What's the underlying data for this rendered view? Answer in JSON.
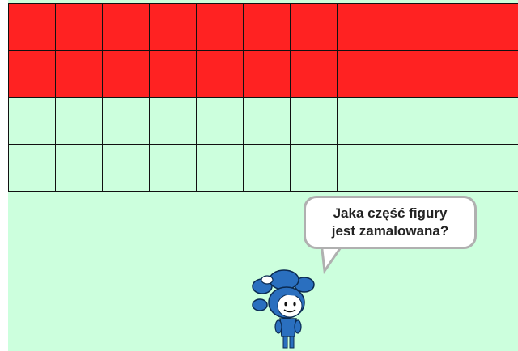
{
  "grid": {
    "columns": 11,
    "rows": 4,
    "shaded_rows": 2,
    "shaded_color": "#ff2222",
    "empty_color": "#ccffdd",
    "line_color": "#111111"
  },
  "speech_bubble": {
    "line1": "Jaka część figury",
    "line2": "jest zamalowana?"
  },
  "sprite": {
    "icon": "blue-fairy-character-icon"
  }
}
